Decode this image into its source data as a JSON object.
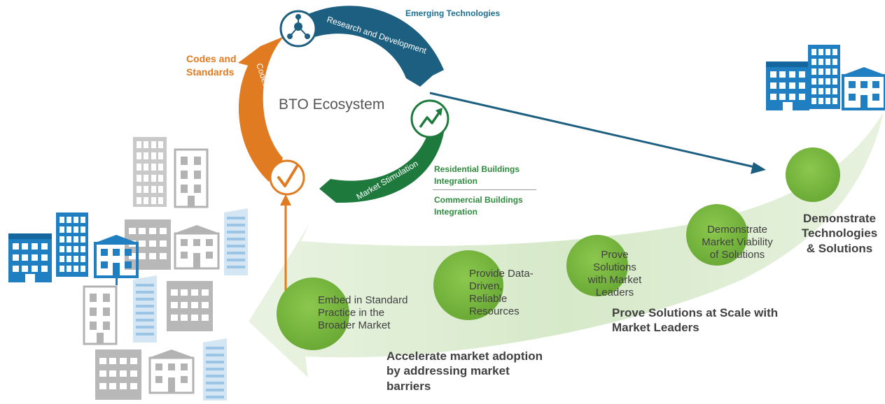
{
  "diagram": {
    "center_title": "BTO Ecosystem",
    "arc_labels": {
      "research": "Research and Development",
      "codes": "Codes and Standards",
      "market": "Market Stimulation"
    },
    "side_labels": {
      "emerging": "Emerging Technologies",
      "codes_line1": "Codes and",
      "codes_line2": "Standards",
      "residential_line1": "Residential Buildings",
      "residential_line2": "Integration",
      "commercial_line1": "Commercial Buildings",
      "commercial_line2": "Integration"
    },
    "steps": [
      {
        "lines": [
          "Embed in Standard",
          "Practice in the",
          "Broader Market"
        ]
      },
      {
        "lines": [
          "Provide Data-",
          "Driven,",
          "Reliable",
          "Resources"
        ]
      },
      {
        "lines": [
          "Prove Solutions",
          "with Market",
          "Leaders"
        ]
      },
      {
        "lines": [
          "Demonstrate",
          "Market Viability",
          "of Solutions"
        ]
      }
    ],
    "phases": {
      "demonstrate_line1": "Demonstrate",
      "demonstrate_line2": "Technologies",
      "demonstrate_line3": "& Solutions",
      "prove_line1": "Prove Solutions at Scale with",
      "prove_line2": "Market Leaders",
      "accelerate_line1": "Accelerate market adoption",
      "accelerate_line2": "by addressing market",
      "accelerate_line3": "barriers"
    },
    "colors": {
      "blue": "#1d5f80",
      "orange": "#e07b21",
      "green": "#1e7a3c",
      "circle_green": "#7dbb42",
      "arrow_band": "#d9ead0",
      "building_blue": "#1f7fc0",
      "building_gray": "#b9b9b9"
    },
    "icons": [
      "molecule-icon",
      "trend-up-icon",
      "checkmark-icon"
    ]
  }
}
